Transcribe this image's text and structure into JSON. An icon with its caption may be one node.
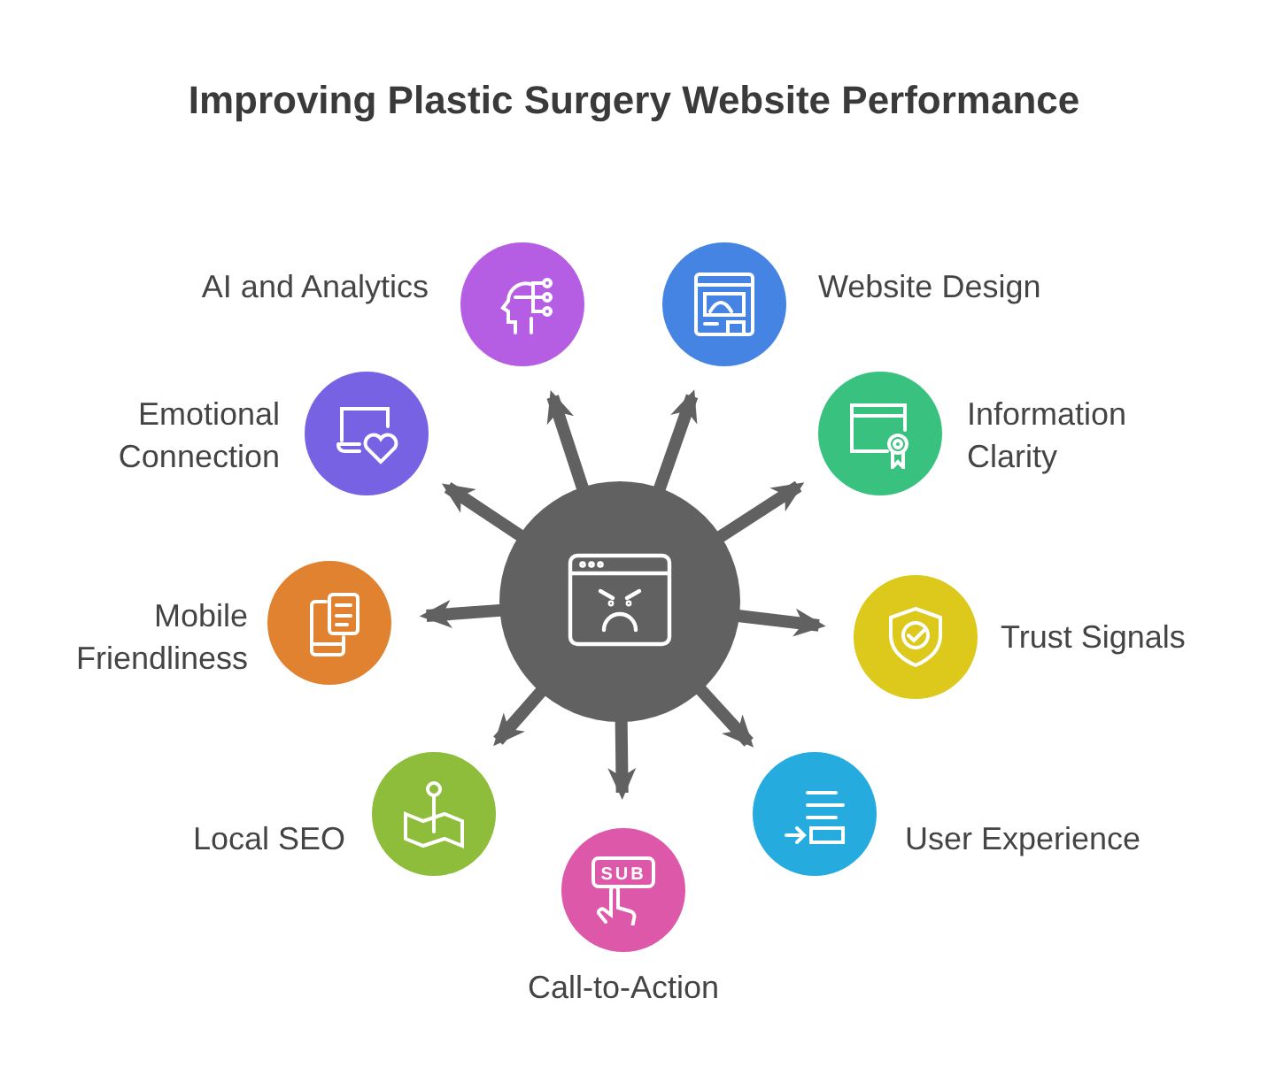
{
  "diagram": {
    "title": "Improving Plastic Surgery Website Performance",
    "nodes": [
      {
        "text": [],
        "shape": "circle"
      },
      {
        "text": [
          "AI and Analytics"
        ]
      },
      {
        "text": [
          "Website Design"
        ]
      },
      {
        "text": [
          "Emotional Connection"
        ]
      },
      {
        "text": [
          "Information Clarity"
        ]
      },
      {
        "text": [
          "Mobile Friendliness"
        ]
      },
      {
        "text": [
          "Trust Signals"
        ]
      },
      {
        "text": [
          "Local SEO"
        ]
      },
      {
        "text": [
          "User Experience"
        ]
      },
      {
        "text": [
          "Call-to-Action"
        ]
      }
    ],
    "edges": [
      {
        "from": 0,
        "to": 1,
        "arrow": "to"
      },
      {
        "from": 0,
        "to": 2,
        "arrow": "to"
      },
      {
        "from": 0,
        "to": 4,
        "arrow": "to"
      },
      {
        "from": 0,
        "to": 6,
        "arrow": "to"
      },
      {
        "from": 0,
        "to": 8,
        "arrow": "to"
      },
      {
        "from": 0,
        "to": 9,
        "arrow": "to"
      },
      {
        "from": 0,
        "to": 7,
        "arrow": "to"
      },
      {
        "from": 0,
        "to": 5,
        "arrow": "to"
      },
      {
        "from": 0,
        "to": 3,
        "arrow": "to"
      }
    ],
    "labels": [
      "SUB"
    ]
  }
}
